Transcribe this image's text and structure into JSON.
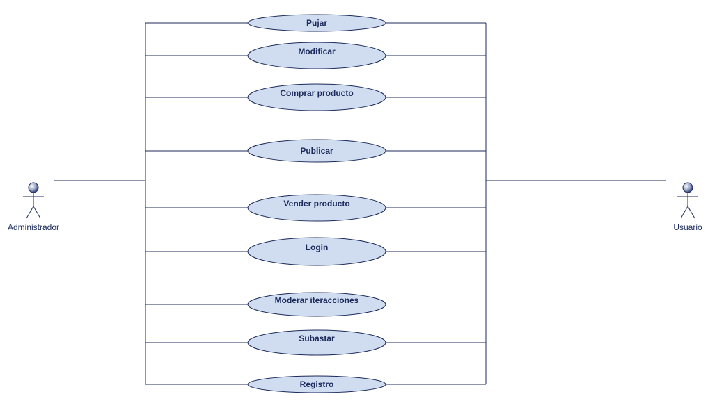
{
  "actors": {
    "left": {
      "label": "Administrador"
    },
    "right": {
      "label": "Usuario"
    }
  },
  "use_cases": [
    {
      "label": "Pujar",
      "admin": true,
      "user": true
    },
    {
      "label": "Modificar",
      "admin": true,
      "user": true
    },
    {
      "label": "Comprar producto",
      "admin": true,
      "user": true
    },
    {
      "label": "Publicar",
      "admin": true,
      "user": true
    },
    {
      "label": "Vender producto",
      "admin": true,
      "user": true
    },
    {
      "label": "Login",
      "admin": true,
      "user": true
    },
    {
      "label": "Moderar iteracciones",
      "admin": true,
      "user": false
    },
    {
      "label": "Subastar",
      "admin": true,
      "user": true
    },
    {
      "label": "Registro",
      "admin": true,
      "user": true
    }
  ]
}
